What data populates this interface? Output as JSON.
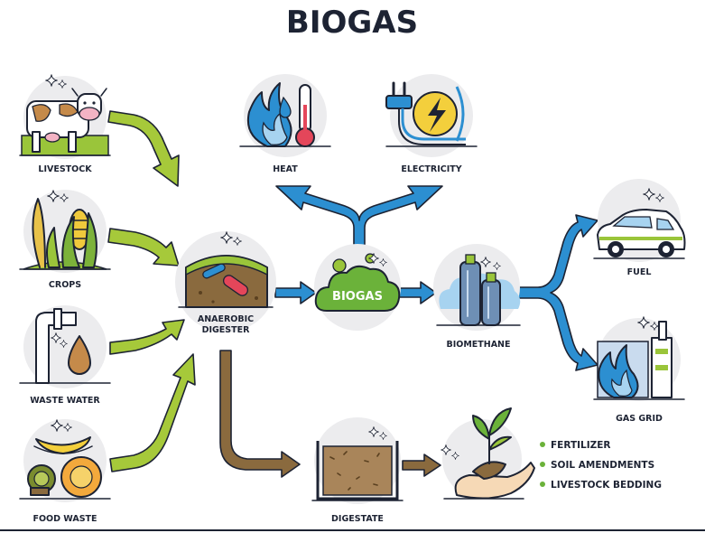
{
  "title": "BIOGAS",
  "nodes": {
    "livestock": "LIVESTOCK",
    "crops": "CROPS",
    "waste_water": "WASTE WATER",
    "food_waste": "FOOD WASTE",
    "digester": [
      "ANAEROBIC",
      "DIGESTER"
    ],
    "biogas": "BIOGAS",
    "heat": "HEAT",
    "electricity": "ELECTRICITY",
    "biomethane": "BIOMETHANE",
    "fuel": "FUEL",
    "gas_grid": "GAS GRID",
    "digestate": "DIGESTATE"
  },
  "uses": [
    "FERTILIZER",
    "SOIL AMENDMENTS",
    "LIVESTOCK BEDDING"
  ],
  "colors": {
    "input_arrow": "#a6c93a",
    "energy_arrow": "#2c8fd1",
    "digestate_arrow": "#8a6a3e",
    "bullet": "#6bb23a",
    "text": "#1d2333"
  },
  "icons": [
    "cow-icon",
    "corn-icon",
    "faucet-icon",
    "food-icon",
    "digester-icon",
    "gas-cloud-icon",
    "flame-thermometer-icon",
    "plug-icon",
    "gas-cylinders-icon",
    "car-icon",
    "gas-plant-icon",
    "digestate-tank-icon",
    "seedling-hand-icon"
  ]
}
